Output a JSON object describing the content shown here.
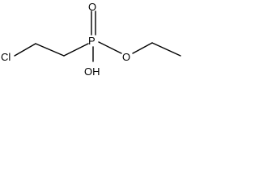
{
  "molecule": {
    "atoms": {
      "chlorine": "Cl",
      "phosphorus": "P",
      "oxo_oxygen": "O",
      "ester_oxygen": "O",
      "hydroxyl": "OH"
    }
  }
}
